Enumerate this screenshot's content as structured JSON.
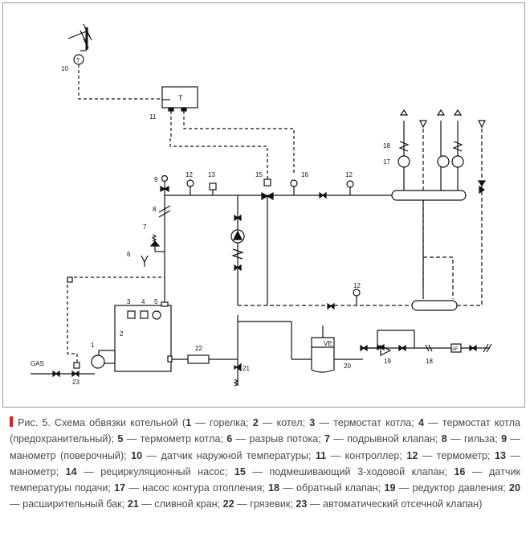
{
  "diagram": {
    "numbers": {
      "n1": "1",
      "n2": "2",
      "n3": "3",
      "n4": "4",
      "n5": "5",
      "n6": "6",
      "n7": "7",
      "n8": "8",
      "n9": "9",
      "n10": "10",
      "n11": "11",
      "n12a": "12",
      "n12b": "12",
      "n12c": "12",
      "n13": "13",
      "n15": "15",
      "n16": "16",
      "n17": "17",
      "n18a": "18",
      "n18b": "18",
      "n19": "19",
      "n20": "20",
      "n21": "21",
      "n22": "22",
      "n23": "23"
    },
    "controller_symbol": "T",
    "sensor_symbol": "T",
    "expansion_tank_label": "VE",
    "auto_valve_label": "AF",
    "gas_label": "GAS"
  },
  "caption": {
    "figure": "Рис. 5. Схема обвязки котельной (",
    "items": [
      {
        "n": "1",
        "t": " — горелка; "
      },
      {
        "n": "2",
        "t": " — котел; "
      },
      {
        "n": "3",
        "t": " — термостат котла; "
      },
      {
        "n": "4",
        "t": " — термостат котла (предохранительный); "
      },
      {
        "n": "5",
        "t": " — термометр котла; "
      },
      {
        "n": "6",
        "t": " — разрыв потока; "
      },
      {
        "n": "7",
        "t": " — подрывной клапан; "
      },
      {
        "n": "8",
        "t": " — гильза; "
      },
      {
        "n": "9",
        "t": " — манометр (поверочный); "
      },
      {
        "n": "10",
        "t": " — датчик наружной температуры; "
      },
      {
        "n": "11",
        "t": " — контроллер; "
      },
      {
        "n": "12",
        "t": " — термометр; "
      },
      {
        "n": "13",
        "t": " — манометр; "
      },
      {
        "n": "14",
        "t": " — рециркуляционный насос; "
      },
      {
        "n": "15",
        "t": " — подмешивающий 3-ходовой клапан; "
      },
      {
        "n": "16",
        "t": " — датчик температуры подачи; "
      },
      {
        "n": "17",
        "t": " — насос контура отопления; "
      },
      {
        "n": "18",
        "t": " — обратный клапан; "
      },
      {
        "n": "19",
        "t": " — редуктор давления; "
      },
      {
        "n": "20",
        "t": " — расширительный бак; "
      },
      {
        "n": "21",
        "t": " — сливной кран; "
      },
      {
        "n": "22",
        "t": " — грязевик; "
      },
      {
        "n": "23",
        "t": " — автоматический отсечной клапан)"
      }
    ]
  }
}
